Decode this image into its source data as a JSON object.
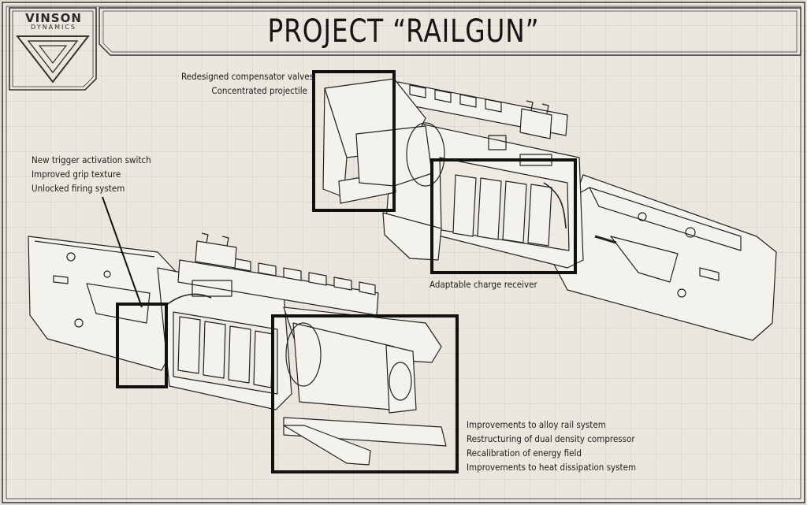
{
  "header": {
    "title": "PROJECT “RAILGUN”"
  },
  "logo": {
    "line1": "VINSON",
    "line2": "DYNAMICS"
  },
  "annotations": {
    "compensator": [
      "Redesigned compensator valves",
      "Concentrated projectile"
    ],
    "trigger": [
      "New trigger activation switch",
      "Improved grip texture",
      "Unlocked firing system"
    ],
    "receiver": [
      "Adaptable charge receiver"
    ],
    "rail": [
      "Improvements to alloy rail system",
      "Restructuring of dual density compressor",
      "Recalibration of energy field",
      "Improvements to heat dissipation system"
    ]
  },
  "colors": {
    "paper": "#ebe7de",
    "grid": "#d3cec3",
    "ink": "#1a1a1a"
  }
}
